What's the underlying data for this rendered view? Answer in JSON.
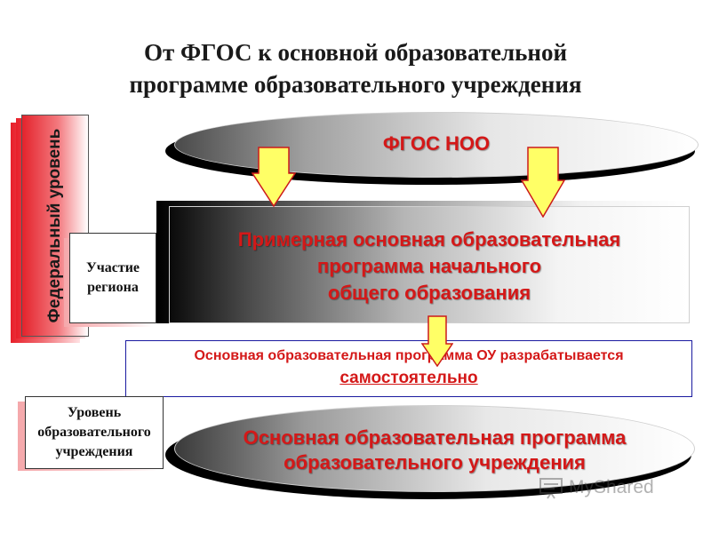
{
  "title": {
    "line1": "От ФГОС к основной образовательной",
    "line2": "программе образовательного учреждения"
  },
  "levels": {
    "federal": "Федеральный уровень",
    "region": "Участие региона",
    "school": "Уровень образовательного учреждения"
  },
  "top_ellipse": {
    "label": "ФГОС НОО"
  },
  "middle_box": {
    "line1": "Примерная основная образовательная",
    "line2": "программа  начального",
    "line3": "общего образования"
  },
  "note": {
    "line1": "Основная образовательная программа ОУ разрабатывается",
    "line2": "самостоятельно"
  },
  "bottom_ellipse": {
    "line1": "Основная образовательная программа",
    "line2": "образовательного учреждения"
  },
  "watermark": "MyShared",
  "colors": {
    "accent_red": "#d41818",
    "arrow_fill": "#ffff66",
    "arrow_stroke": "#cc1a1a",
    "note_border": "#1a1aa0"
  }
}
